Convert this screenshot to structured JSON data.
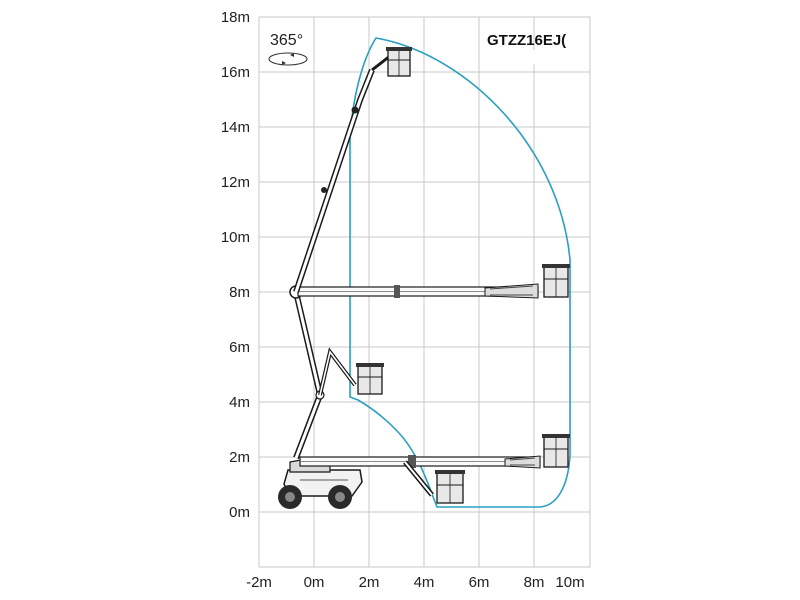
{
  "title": "GTZZ16EJ(",
  "rotation_label": "365°",
  "colors": {
    "envelope": "#2a9fc0",
    "grid": "#c8c8c8",
    "machine": "#1a1a1a"
  },
  "y_axis": {
    "unit": "m",
    "ticks": [
      "18m",
      "16m",
      "14m",
      "12m",
      "10m",
      "8m",
      "6m",
      "4m",
      "2m",
      "0m"
    ]
  },
  "x_axis": {
    "unit": "m",
    "ticks": [
      "-2m",
      "0m",
      "2m",
      "4m",
      "6m",
      "8m",
      "10m"
    ]
  },
  "icons": [
    "rotation-icon",
    "machine-icon",
    "basket-icon"
  ]
}
